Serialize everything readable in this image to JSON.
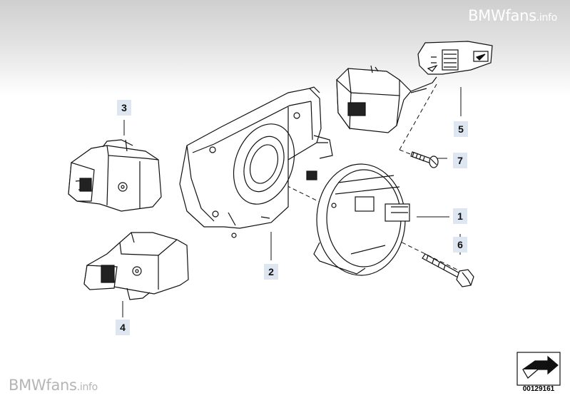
{
  "watermark_top": {
    "brand": "BMWfans",
    "suffix": ".info"
  },
  "watermark_bottom": {
    "brand": "BMWfans",
    "suffix": ".info"
  },
  "callouts": {
    "c1": "1",
    "c2": "2",
    "c3": "3",
    "c4": "4",
    "c5": "5",
    "c6": "6",
    "c7": "7"
  },
  "diagram_id": "00129161",
  "icons": {
    "view": "arrow-symbol-icon"
  }
}
